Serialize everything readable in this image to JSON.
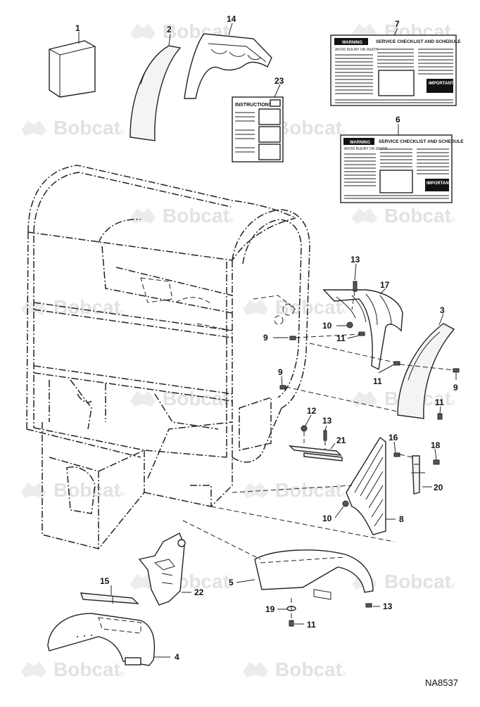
{
  "brand": {
    "watermark": "Bobcat",
    "trademark": "®",
    "watermark_color": "#e2e2e2"
  },
  "diagram": {
    "id": "NA8537",
    "callouts": [
      {
        "id": "c1",
        "label": "1"
      },
      {
        "id": "c2",
        "label": "2"
      },
      {
        "id": "c3",
        "label": "3"
      },
      {
        "id": "c4",
        "label": "4"
      },
      {
        "id": "c5",
        "label": "5"
      },
      {
        "id": "c6",
        "label": "6"
      },
      {
        "id": "c7",
        "label": "7"
      },
      {
        "id": "c8",
        "label": "8"
      },
      {
        "id": "c9a",
        "label": "9"
      },
      {
        "id": "c9b",
        "label": "9"
      },
      {
        "id": "c9c",
        "label": "9"
      },
      {
        "id": "c10a",
        "label": "10"
      },
      {
        "id": "c10b",
        "label": "10"
      },
      {
        "id": "c11a",
        "label": "11"
      },
      {
        "id": "c11b",
        "label": "11"
      },
      {
        "id": "c11c",
        "label": "11"
      },
      {
        "id": "c11d",
        "label": "11"
      },
      {
        "id": "c12",
        "label": "12"
      },
      {
        "id": "c13a",
        "label": "13"
      },
      {
        "id": "c13b",
        "label": "13"
      },
      {
        "id": "c13c",
        "label": "13"
      },
      {
        "id": "c14",
        "label": "14"
      },
      {
        "id": "c15",
        "label": "15"
      },
      {
        "id": "c16",
        "label": "16"
      },
      {
        "id": "c17",
        "label": "17"
      },
      {
        "id": "c18",
        "label": "18"
      },
      {
        "id": "c19",
        "label": "19"
      },
      {
        "id": "c20",
        "label": "20"
      },
      {
        "id": "c21",
        "label": "21"
      },
      {
        "id": "c22",
        "label": "22"
      },
      {
        "id": "c23",
        "label": "23"
      }
    ]
  },
  "decals": {
    "warning_label": "WARNING",
    "service_title": "SERVICE CHECKLIST AND SCHEDULE",
    "avoid_text": "AVOID INJURY OR DEATH",
    "important_label": "IMPORTANT",
    "instructions_label": "INSTRUCTIONS"
  }
}
